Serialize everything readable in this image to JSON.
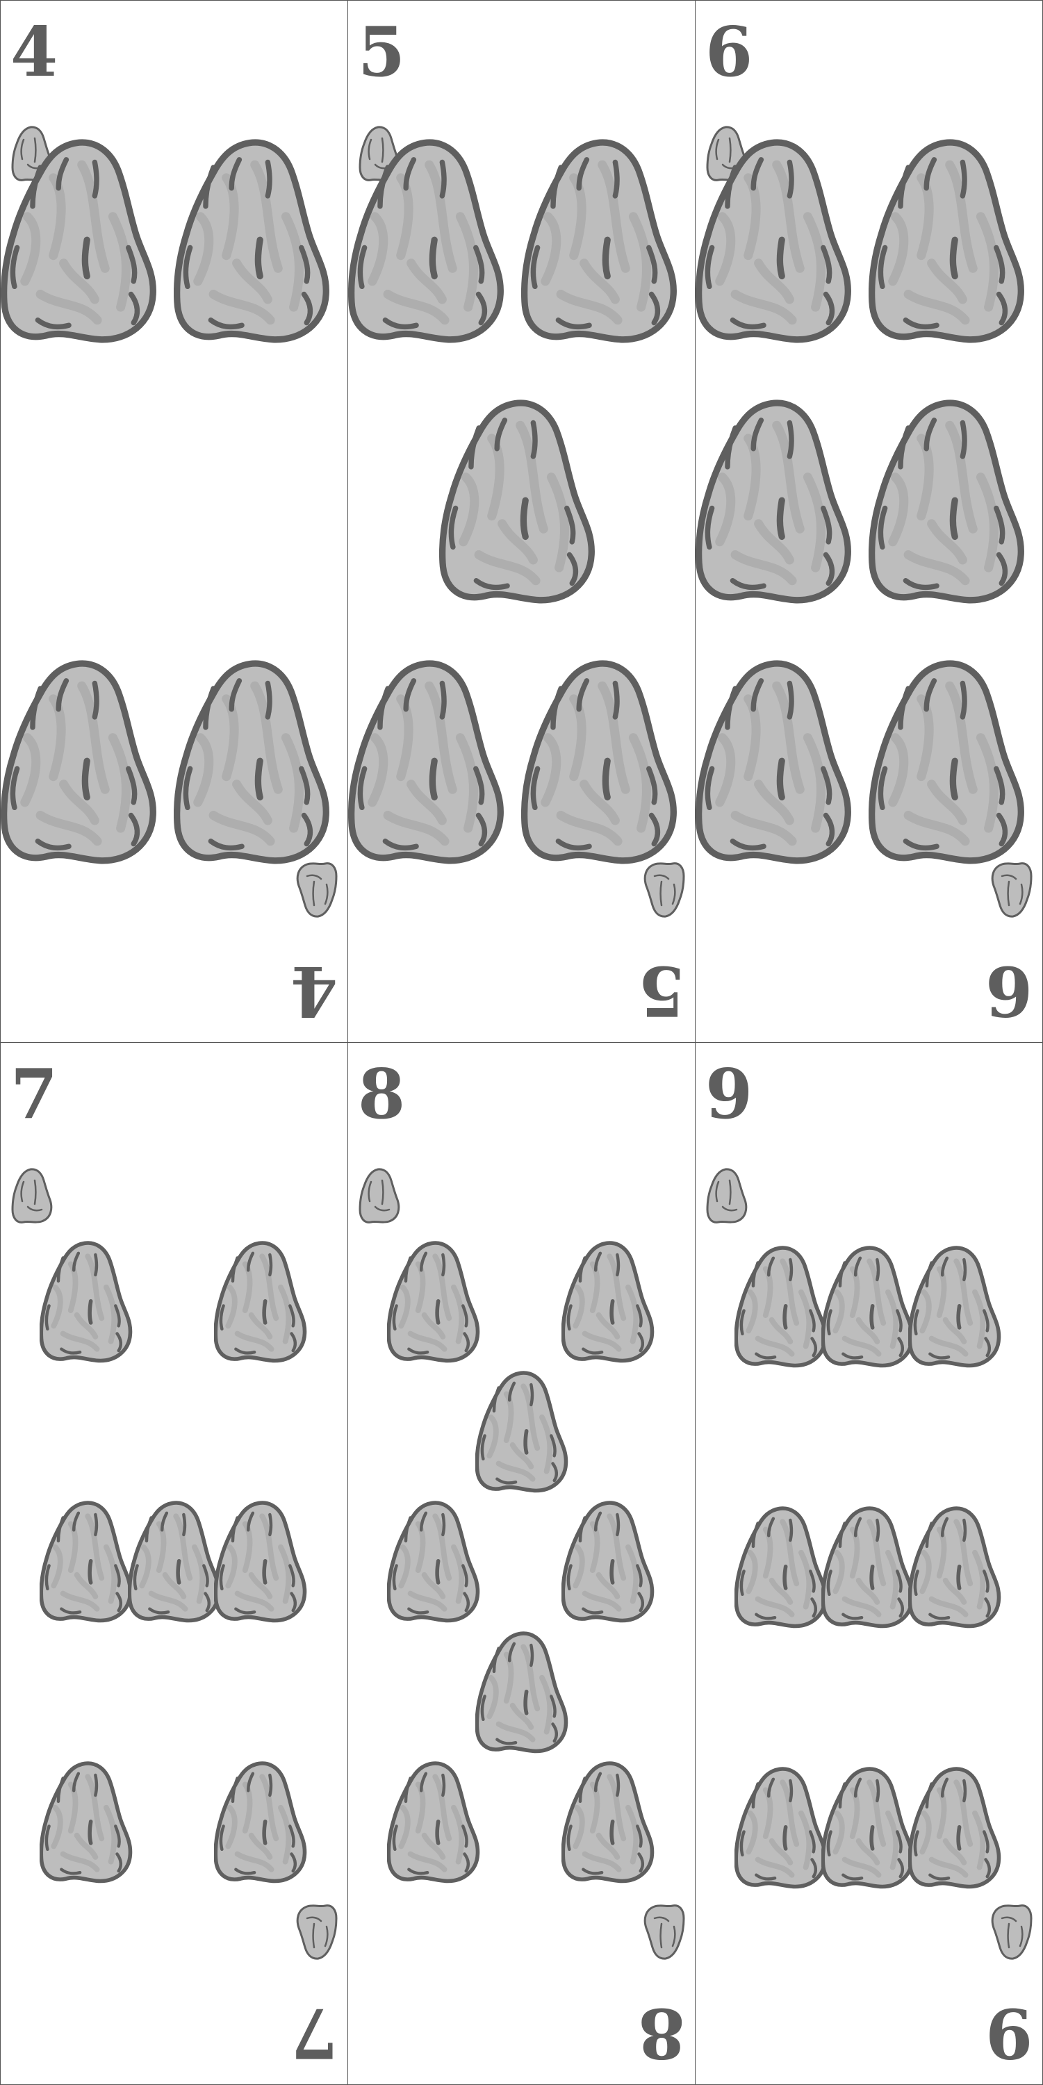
{
  "suit": "stone-icon",
  "colors": {
    "stone_fill": "#bdbdbd",
    "stone_stroke": "#5f5f5f",
    "stone_texture": "#9c9c9c",
    "rank_text": "#5e5e5e",
    "card_border": "#555555"
  },
  "cards": [
    {
      "rank": "4",
      "pip_count": 4
    },
    {
      "rank": "5",
      "pip_count": 5
    },
    {
      "rank": "6",
      "pip_count": 6
    },
    {
      "rank": "7",
      "pip_count": 7
    },
    {
      "rank": "8",
      "pip_count": 8
    },
    {
      "rank": "9",
      "pip_count": 9
    }
  ]
}
